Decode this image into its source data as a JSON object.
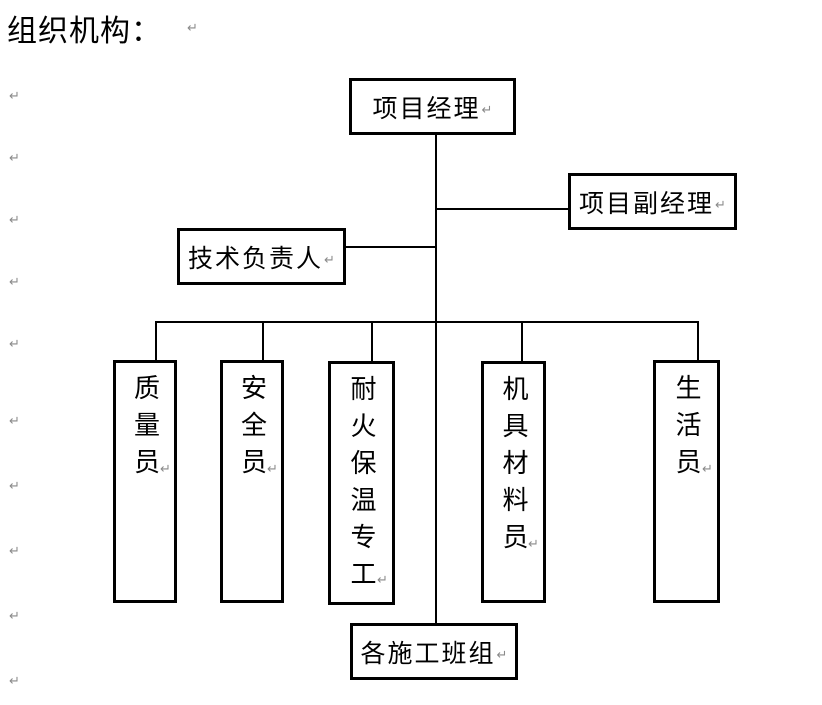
{
  "title": "组织机构：",
  "pilcrow": "↵",
  "colors": {
    "background": "#ffffff",
    "line": "#000000",
    "text": "#000000",
    "paragraph_mark": "#8a8a8a"
  },
  "org": {
    "project_manager": "项目经理",
    "deputy_project_manager": "项目副经理",
    "technical_lead": "技术负责人",
    "staff": [
      "质量员",
      "安全员",
      "耐火保温专工",
      "机具材料员",
      "生活员"
    ],
    "construction_teams": "各施工班组"
  },
  "left_margin_paragraph_marks": 10
}
